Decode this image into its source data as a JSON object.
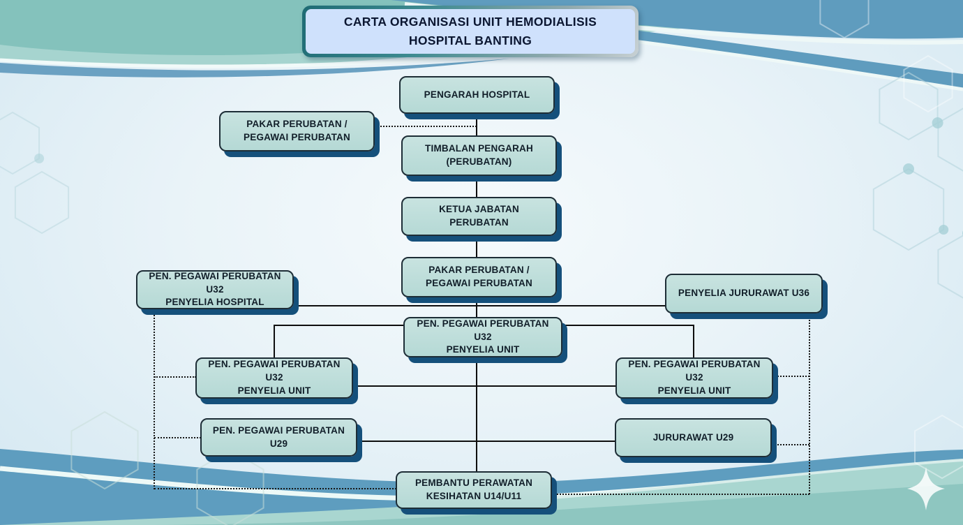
{
  "title": {
    "text": "CARTA ORGANISASI UNIT HEMODIALISIS\nHOSPITAL BANTING"
  },
  "nodes": {
    "pengarah_hospital": "PENGARAH HOSPITAL",
    "pakar_perubatan_top": "PAKAR PERUBATAN /\nPEGAWAI PERUBATAN",
    "timbalan_pengarah": "TIMBALAN PENGARAH\n(PERUBATAN)",
    "ketua_jabatan_perubatan": "KETUA JABATAN PERUBATAN",
    "pakar_perubatan_mid": "PAKAR PERUBATAN /\nPEGAWAI PERUBATAN",
    "pen_pegawai_u32_penyelia_hospital": "PEN. PEGAWAI PERUBATAN U32\nPENYELIA HOSPITAL",
    "penyelia_jururawat_u36": "PENYELIA JURURAWAT U36",
    "pen_pegawai_u32_penyelia_unit_center": "PEN. PEGAWAI PERUBATAN U32\nPENYELIA UNIT",
    "pen_pegawai_u32_penyelia_unit_left": "PEN. PEGAWAI PERUBATAN U32\nPENYELIA UNIT",
    "pen_pegawai_u32_penyelia_unit_right": "PEN. PEGAWAI PERUBATAN U32\nPENYELIA UNIT",
    "pen_pegawai_u29": "PEN. PEGAWAI PERUBATAN U29",
    "jururawat_u29": "JURURAWAT U29",
    "pembantu_perawatan": "PEMBANTU PERAWATAN\nKESIHATAN U14/U11"
  },
  "colors": {
    "node_fill": "#bcdcd9",
    "node_border": "#1d2d36",
    "node_shadow": "#15507b",
    "title_fill": "#cfe1fc",
    "title_border_teal": "#1e6b74",
    "wave_teal": "#84c2bc",
    "wave_teal_light": "#a6d4cf",
    "wave_blue": "#5f9cbe",
    "wave_seafoam": "#8ec6c0",
    "connector": "#111111"
  }
}
